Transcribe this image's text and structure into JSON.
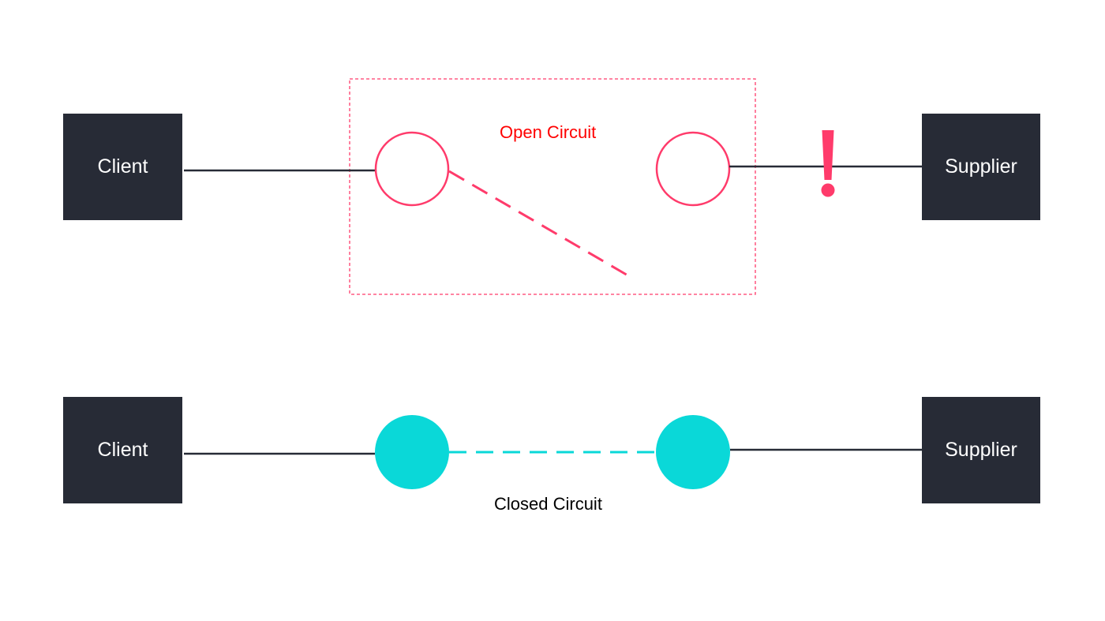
{
  "colors": {
    "node_fill": "#272b36",
    "node_text": "#ffffff",
    "wire": "#272b36",
    "open_accent": "#ff3b6b",
    "open_label": "#ff0000",
    "closed_accent": "#0ad8d8",
    "closed_label": "#000000",
    "background": "#ffffff"
  },
  "open_circuit": {
    "label": "Open Circuit",
    "client_label": "Client",
    "supplier_label": "Supplier",
    "alert_icon": "exclamation-icon",
    "switch_state": "open"
  },
  "closed_circuit": {
    "label": "Closed Circuit",
    "client_label": "Client",
    "supplier_label": "Supplier",
    "switch_state": "closed"
  }
}
